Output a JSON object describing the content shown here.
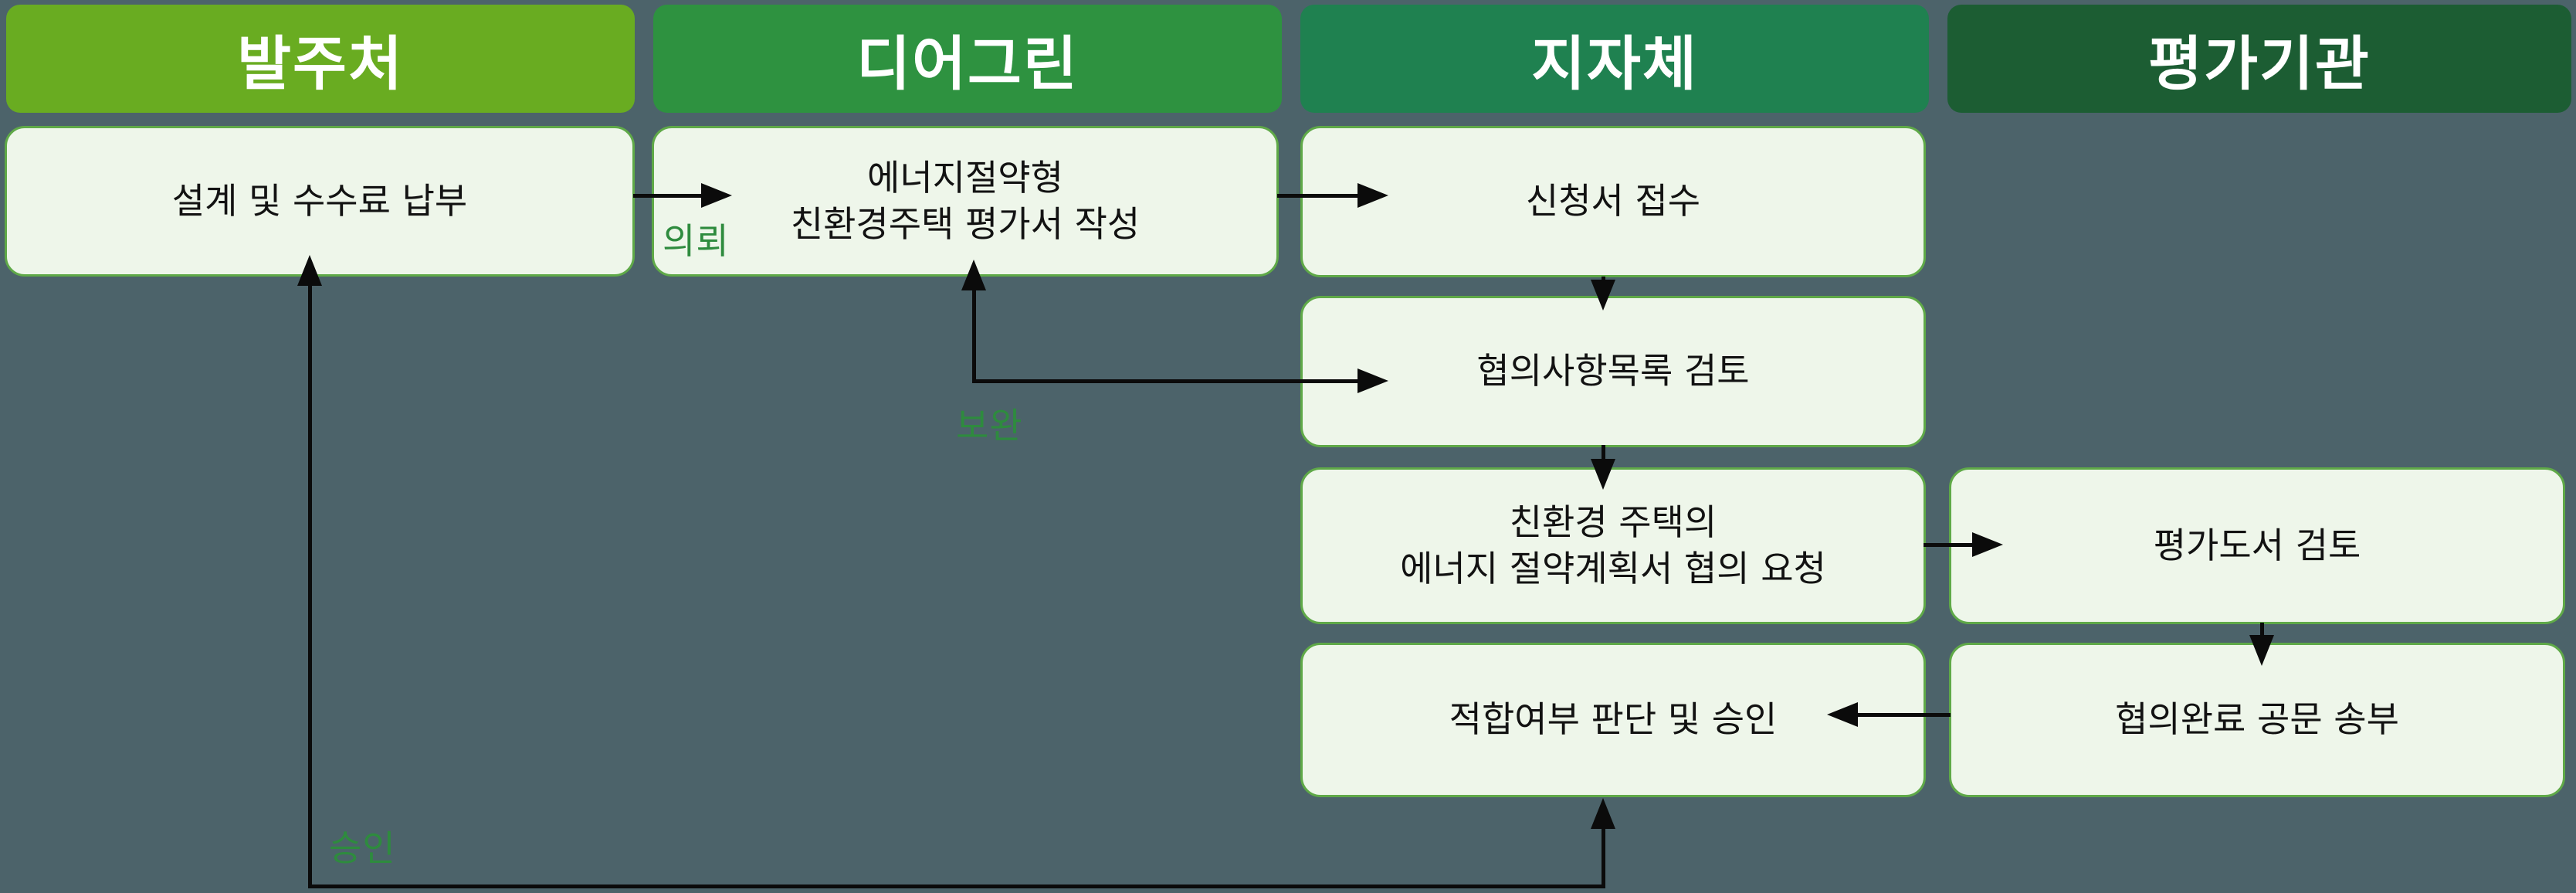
{
  "diagram": {
    "columns": [
      {
        "id": "client",
        "title": "발주처",
        "color": "#69ac21"
      },
      {
        "id": "deergreen",
        "title": "디어그린",
        "color": "#2e9240"
      },
      {
        "id": "local-gov",
        "title": "지자체",
        "color": "#1f8150"
      },
      {
        "id": "evaluator",
        "title": "평가기관",
        "color": "#1c5d33"
      }
    ],
    "boxes": [
      {
        "column": "발주처",
        "label": "설계 및 수수료 납부"
      },
      {
        "column": "디어그린",
        "label": "에너지절약형\n친환경주택 평가서 작성"
      },
      {
        "column": "지자체",
        "label": "신청서 접수"
      },
      {
        "column": "지자체",
        "label": "협의사항목록 검토"
      },
      {
        "column": "지자체",
        "label": "친환경 주택의\n에너지 절약계획서 협의 요청"
      },
      {
        "column": "지자체",
        "label": "적합여부 판단 및 승인"
      },
      {
        "column": "평가기관",
        "label": "평가도서 검토"
      },
      {
        "column": "평가기관",
        "label": "협의완료 공문 송부"
      }
    ],
    "edge_labels": {
      "request": "의뢰",
      "revision": "보완",
      "approval": "승인"
    },
    "theme": {
      "background": "#4c636a",
      "box_fill": "#eef6ea",
      "box_border": "#5fa948",
      "box_text": "#121212",
      "header_text": "#ffffff",
      "arrow": "#0b0b0b",
      "label_green": "#2e8b3e"
    }
  }
}
